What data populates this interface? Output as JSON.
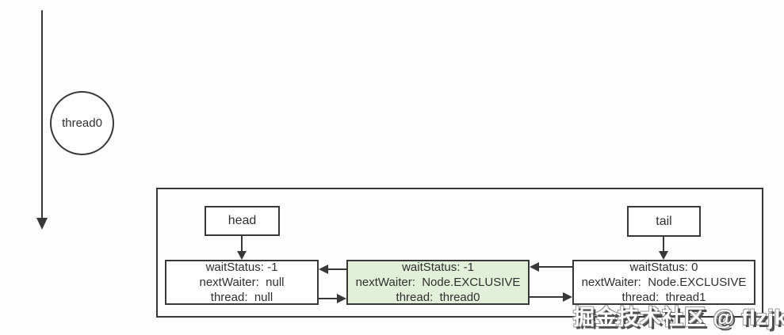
{
  "diagram": {
    "thread_circle": {
      "label": "thread0"
    },
    "queue": {
      "head_label": "head",
      "tail_label": "tail",
      "nodes": [
        {
          "lines": [
            "waitStatus: -1",
            "nextWaiter:  null",
            "thread:  null"
          ],
          "highlighted": false
        },
        {
          "lines": [
            "waitStatus: -1",
            "nextWaiter:  Node.EXCLUSIVE",
            "thread:  thread0"
          ],
          "highlighted": true
        },
        {
          "lines": [
            "waitStatus: 0",
            "nextWaiter:  Node.EXCLUSIVE",
            "thread:  thread1"
          ],
          "highlighted": false
        }
      ]
    },
    "watermark": "掘金技术社区 @ flzjkl",
    "colors": {
      "line": "#383838",
      "highlight_fill": "#e2f0d9",
      "node_fill": "#ffffff",
      "background": "#fdfdfd"
    }
  }
}
